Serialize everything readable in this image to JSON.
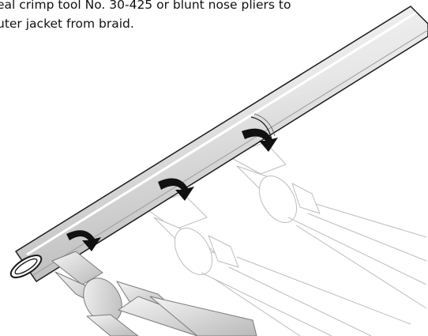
{
  "instruction": {
    "line1": "eal crimp tool No. 30-425 or blunt nose pliers to",
    "line2": "uter jacket from braid."
  },
  "illustration": {
    "subject": "cable being crimped with pliers, three pliers positions with curved arrows",
    "tube_color": "#e6e6e6",
    "outline_color": "#1a1a1a",
    "arrow_color": "#111111",
    "faded_pliers_color": "#bdbdbd",
    "solid_pliers_color": "#cfcfcf"
  }
}
